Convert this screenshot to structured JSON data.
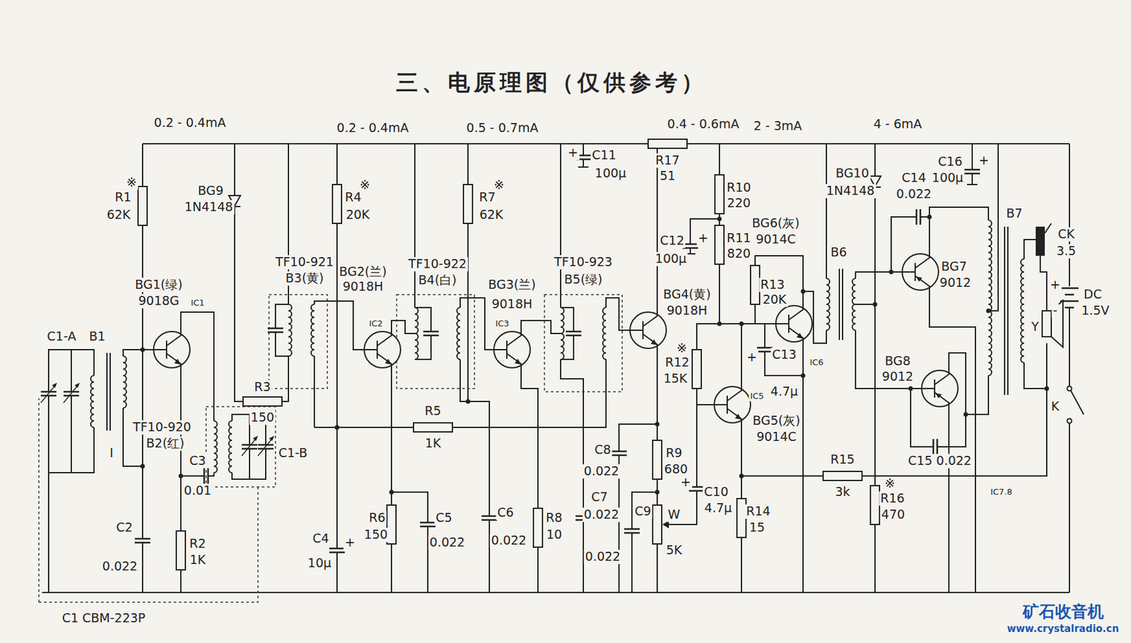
{
  "diagram": {
    "title": "三、电原理图（仅供参考）",
    "labels": [
      "0.2 - 0.4mA",
      "0.2 - 0.4mA",
      "0.5 - 0.7mA",
      "0.4 - 0.6mA",
      "2 - 3mA",
      "4 - 6mA",
      "R1",
      "※",
      "62K",
      "BG9",
      "1N4148",
      "R4",
      "※",
      "20K",
      "TF10-921",
      "B3(黄)",
      "BG2(兰)",
      "9018H",
      "TF10-922",
      "B4(白)",
      "BG3(兰)",
      "9018H",
      "R7",
      "※",
      "62K",
      "TF10-923",
      "B5(绿)",
      "C11",
      "+",
      "100μ",
      "R17",
      "51",
      "R10",
      "220",
      "R11",
      "820",
      "C12",
      "+",
      "100μ",
      "BG6(灰)",
      "9014C",
      "R13",
      "20K",
      "BG4(黄)",
      "9018H",
      "B6",
      "BG10",
      "1N4148",
      "C14",
      "0.022",
      "B7",
      "CK",
      "3.5",
      "BG7",
      "9012",
      "BG8",
      "9012",
      "C16",
      "100μ",
      "+",
      "Y",
      "+",
      "-",
      "DC",
      "1.5V",
      "K",
      "BG1(绿)",
      "9018G",
      "IC1",
      "IC2",
      "IC3",
      "IC5",
      "IC6",
      "IC7.8",
      "C1-A",
      "B1",
      "TF10-920",
      "B2(红)",
      "I",
      "C3",
      "0.01",
      "C2",
      "0.022",
      "R2",
      "1K",
      "C1-B",
      "R3",
      "150",
      "R5",
      "1K",
      "C4",
      "+",
      "10μ",
      "R6",
      "150",
      "C5",
      "0.022",
      "C6",
      "0.022",
      "R8",
      "10",
      "C7",
      "0.022",
      "C8",
      "0.022",
      "R9",
      "680",
      "C9",
      "0.022",
      "W",
      "5K",
      "C10",
      "+",
      "4.7μ",
      "R12",
      "※",
      "15K",
      "C13",
      "+",
      "4.7μ",
      "BG5(灰)",
      "9014C",
      "R14",
      "15",
      "R15",
      "3k",
      "C15 0.022",
      "R16",
      "※",
      "470",
      "C1 CBM-223P",
      "矿石收音机",
      "www.crystalradio.cn"
    ]
  }
}
